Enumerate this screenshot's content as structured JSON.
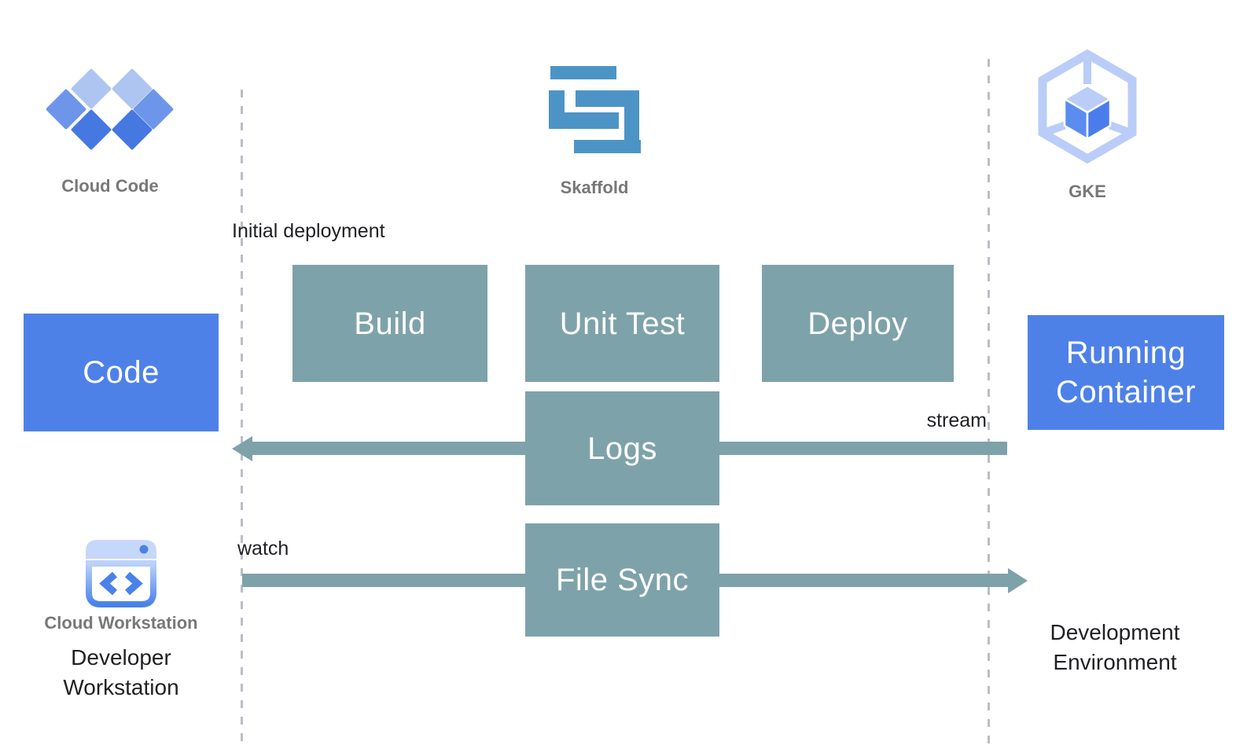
{
  "title_row": {
    "cloud_code": "Cloud Code",
    "skaffold": "Skaffold",
    "gke": "GKE"
  },
  "boxes": {
    "code": "Code",
    "build": "Build",
    "unit_test": "Unit Test",
    "deploy": "Deploy",
    "logs": "Logs",
    "file_sync": "File Sync",
    "running_container": "Running Container"
  },
  "annotations": {
    "initial_deployment": "Initial deployment",
    "stream": "stream",
    "watch": "watch"
  },
  "footer": {
    "cloud_workstation": "Cloud Workstation",
    "developer_workstation": "Developer Workstation",
    "development_environment": "Development Environment"
  },
  "icons": {
    "cloud_code": "cloud-code-icon",
    "skaffold": "skaffold-icon",
    "gke": "gke-icon",
    "cloud_workstation": "cloud-workstation-icon"
  },
  "colors": {
    "process_box": "#7EA2AA",
    "arrow": "#7EA2AA",
    "primary_box": "#4E81E8",
    "skaffold_blue": "#4D94C6",
    "label_gray": "#77787A",
    "text_black": "#1F2023",
    "dashed_line": "#BABEC6",
    "cloud_code_light": "#AEC5F2",
    "cloud_code_medium": "#6D95E9",
    "cloud_code_dark": "#4678E2",
    "gke_light": "#B9CDF8",
    "gke_face_left": "#5B8CF0",
    "gke_face_right": "#4A7DEB",
    "workstation_light": "#C5D8FA",
    "workstation_blue": "#4A82EA"
  }
}
